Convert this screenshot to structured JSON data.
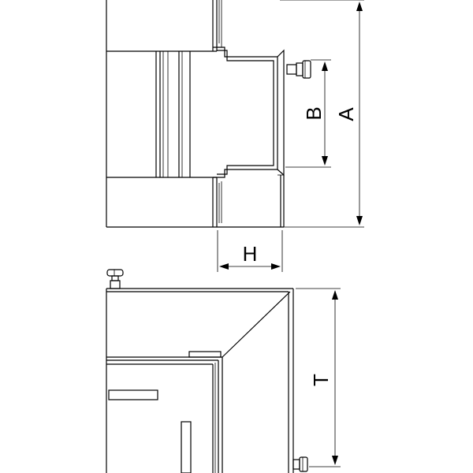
{
  "dimension_labels": {
    "A": "A",
    "B": "B",
    "H": "H",
    "T": "T"
  }
}
